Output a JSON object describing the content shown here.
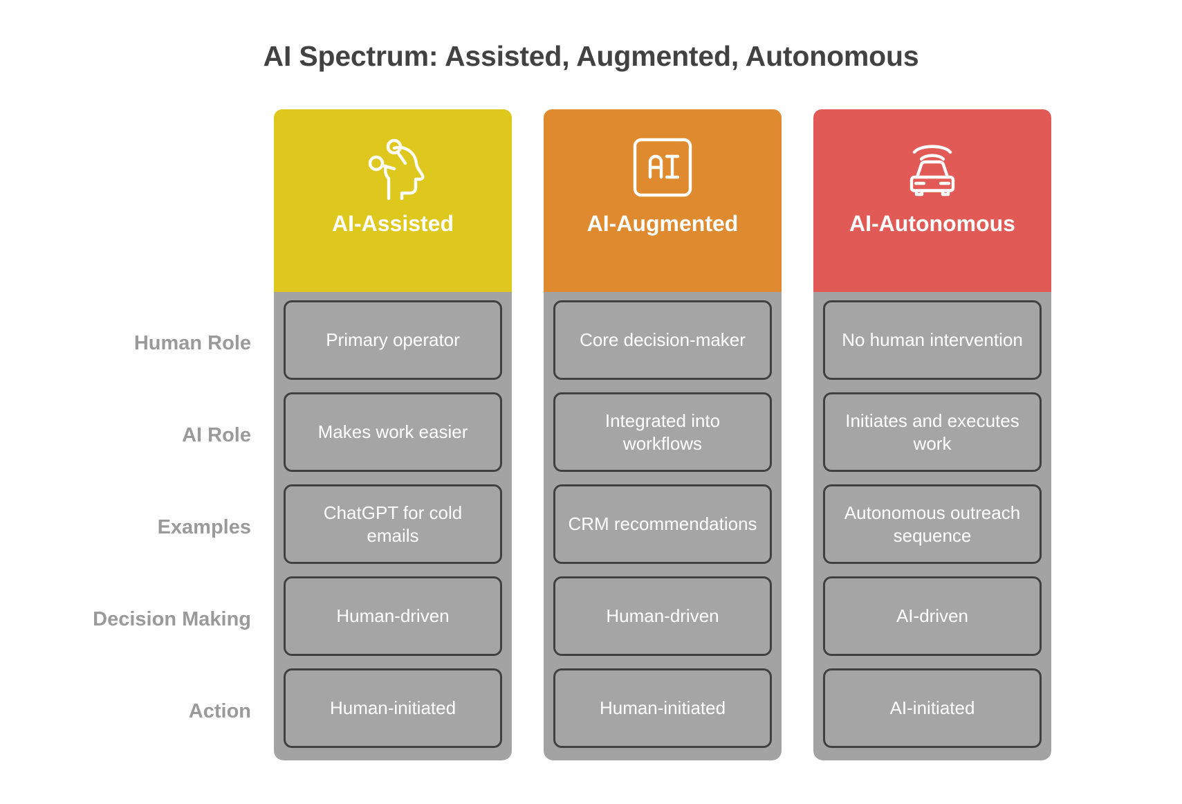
{
  "title": "AI Spectrum: Assisted, Augmented, Autonomous",
  "row_labels": [
    "Human Role",
    "AI Role",
    "Examples",
    "Decision Making",
    "Action"
  ],
  "colors": {
    "assisted": "#DFC81E",
    "augmented": "#E08A30",
    "autonomous": "#E25A56",
    "column_bg": "#A3A3A3",
    "cell_bg": "#A5A5A5",
    "cell_border": "#404040",
    "title_text": "#424242",
    "row_label_text": "#9A9A9A",
    "cell_text": "#FFFFFF"
  },
  "columns": [
    {
      "key": "assisted",
      "title": "AI-Assisted",
      "icon": "head-neural-nodes-icon",
      "header_color": "#DFC81E",
      "cells": [
        "Primary operator",
        "Makes work easier",
        "ChatGPT for cold emails",
        "Human-driven",
        "Human-initiated"
      ]
    },
    {
      "key": "augmented",
      "title": "AI-Augmented",
      "icon": "ai-chip-square-icon",
      "header_color": "#E08A30",
      "cells": [
        "Core decision-maker",
        "Integrated into workflows",
        "CRM recommendations",
        "Human-driven",
        "Human-initiated"
      ]
    },
    {
      "key": "autonomous",
      "title": "AI-Autonomous",
      "icon": "autonomous-car-signal-icon",
      "header_color": "#E25A56",
      "cells": [
        "No human intervention",
        "Initiates and executes work",
        "Autonomous outreach sequence",
        "AI-driven",
        "AI-initiated"
      ]
    }
  ]
}
